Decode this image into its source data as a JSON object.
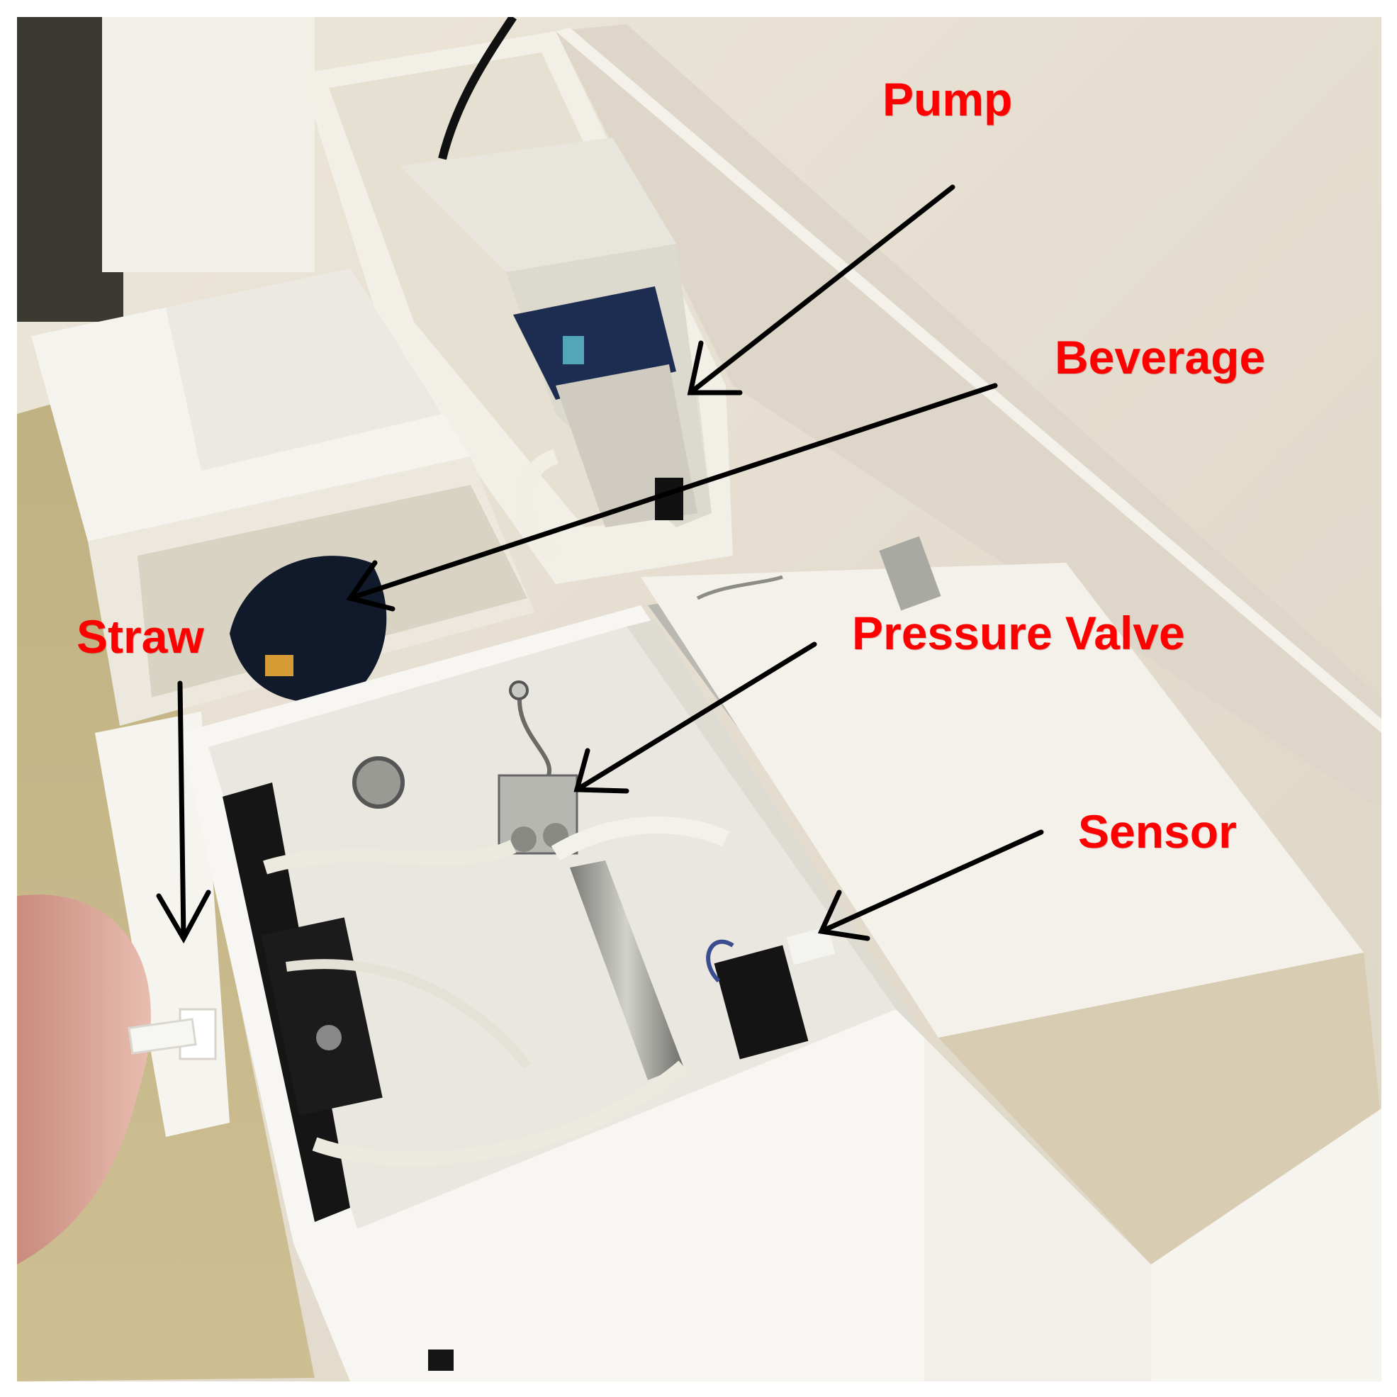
{
  "labels": {
    "pump": "Pump",
    "beverage": "Beverage",
    "pressure_valve": "Pressure Valve",
    "straw": "Straw",
    "sensor": "Sensor"
  },
  "colors": {
    "label": "#ff0000",
    "arrow": "#000000",
    "wall": "#e7e1d4",
    "panel": "#f3f1ea",
    "carpet": "#c7b988",
    "pump_display": "#1d2d52",
    "tubing": "#ebe9dd",
    "hardware_black": "#151515",
    "metal": "#a7a7a2",
    "skin": "#d9a79a"
  }
}
